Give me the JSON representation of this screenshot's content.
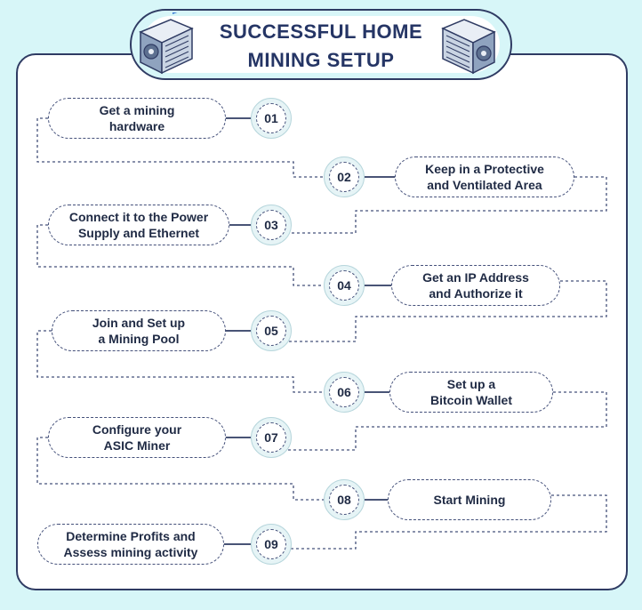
{
  "title": {
    "line1": "SUCCESSFUL HOME",
    "line2": "MINING SETUP"
  },
  "icons": {
    "left": "asic-miner-icon",
    "right": "asic-miner-icon"
  },
  "colors": {
    "background": "#d7f6f8",
    "outline": "#2f3b63",
    "title": "#253565",
    "connector": "#44507a"
  },
  "steps": [
    {
      "num": "01",
      "line1": "Get a mining",
      "line2": "hardware"
    },
    {
      "num": "02",
      "line1": "Keep in a Protective",
      "line2": "and Ventilated Area"
    },
    {
      "num": "03",
      "line1": "Connect it to the Power",
      "line2": "Supply and Ethernet"
    },
    {
      "num": "04",
      "line1": "Get an IP Address",
      "line2": "and Authorize it"
    },
    {
      "num": "05",
      "line1": "Join and Set up",
      "line2": "a Mining Pool"
    },
    {
      "num": "06",
      "line1": "Set up a",
      "line2": "Bitcoin Wallet"
    },
    {
      "num": "07",
      "line1": "Configure your",
      "line2": "ASIC Miner"
    },
    {
      "num": "08",
      "line1": "Start Mining",
      "line2": ""
    },
    {
      "num": "09",
      "line1": "Determine Profits and",
      "line2": "Assess mining activity"
    }
  ]
}
